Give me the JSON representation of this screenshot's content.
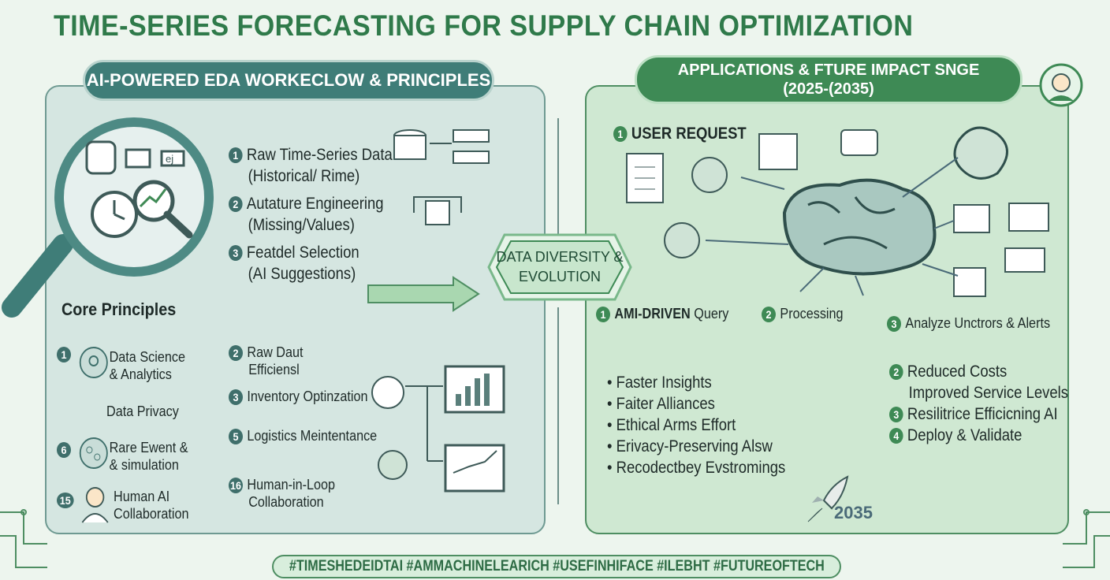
{
  "title": "TIME-SERIES FORECASTING FOR SUPPLY CHAIN OPTIMIZATION",
  "left": {
    "header": "AI-POWERED EDA WORKECLOW & PRINCIPLES",
    "steps": [
      {
        "n": "1",
        "l1": "Raw Time-Series Data",
        "l2": "(Historical/ Rime)"
      },
      {
        "n": "2",
        "l1": "Autature Engineering",
        "l2": "(Missing/Values)"
      },
      {
        "n": "3",
        "l1": "Featdel Selection",
        "l2": "(AI Suggestions)"
      }
    ],
    "core_title": "Core Principles",
    "principles": [
      {
        "n": "1",
        "l1": "Data Science",
        "l2": "& Analytics"
      },
      {
        "n": "",
        "l1": "Data Privacy",
        "l2": ""
      },
      {
        "n": "6",
        "l1": "Rare Ewent &",
        "l2": "& simulation"
      },
      {
        "n": "15",
        "l1": "Human AI",
        "l2": "Collaboration"
      }
    ],
    "benefits": [
      {
        "n": "2",
        "l1": "Raw Daut",
        "l2": "Efficiensl"
      },
      {
        "n": "3",
        "l1": "Inventory Optinzation",
        "l2": ""
      },
      {
        "n": "5",
        "l1": "Logistics Meintentance",
        "l2": ""
      },
      {
        "n": "16",
        "l1": "Human-in-Loop",
        "l2": "Collaboration"
      }
    ],
    "search_label": "ej"
  },
  "center": {
    "l1": "DATA DIVERSITY &",
    "l2": "EVOLUTION"
  },
  "right": {
    "header_l1": "APPLICATIONS & FTURE IMPACT SNGE",
    "header_l2": "(2025-(2035)",
    "user_request": {
      "n": "1",
      "label": "USER REQUEST"
    },
    "flow": [
      {
        "n": "1",
        "label": "AMI-DRIVEN",
        "label2": "Query"
      },
      {
        "n": "2",
        "label": "Processing"
      },
      {
        "n": "3",
        "label": "Analyze Unctrors & Alerts"
      }
    ],
    "bullets": [
      "Faster Insights",
      "Faiter Alliances",
      "Ethical Arms Effort",
      "Erivacy-Preserving Alsw",
      "Recodectbey Evstromings"
    ],
    "outcomes": [
      {
        "n": "2",
        "label": "Reduced Costs"
      },
      {
        "n": "",
        "label": "Improved Service Levels"
      },
      {
        "n": "3",
        "label": "Resilitrice Efficicning AI"
      },
      {
        "n": "4",
        "label": "Deploy & Validate"
      }
    ],
    "year": "2035"
  },
  "hashtags": "#TIMESHEDEIDTAI #AMMACHINELEARICH #USEFINHIFACE #ILEBHT #FUTUREOFTECH",
  "colors": {
    "title": "#2f7a4a",
    "left_accent": "#3f7d78",
    "right_accent": "#3e8a55"
  }
}
